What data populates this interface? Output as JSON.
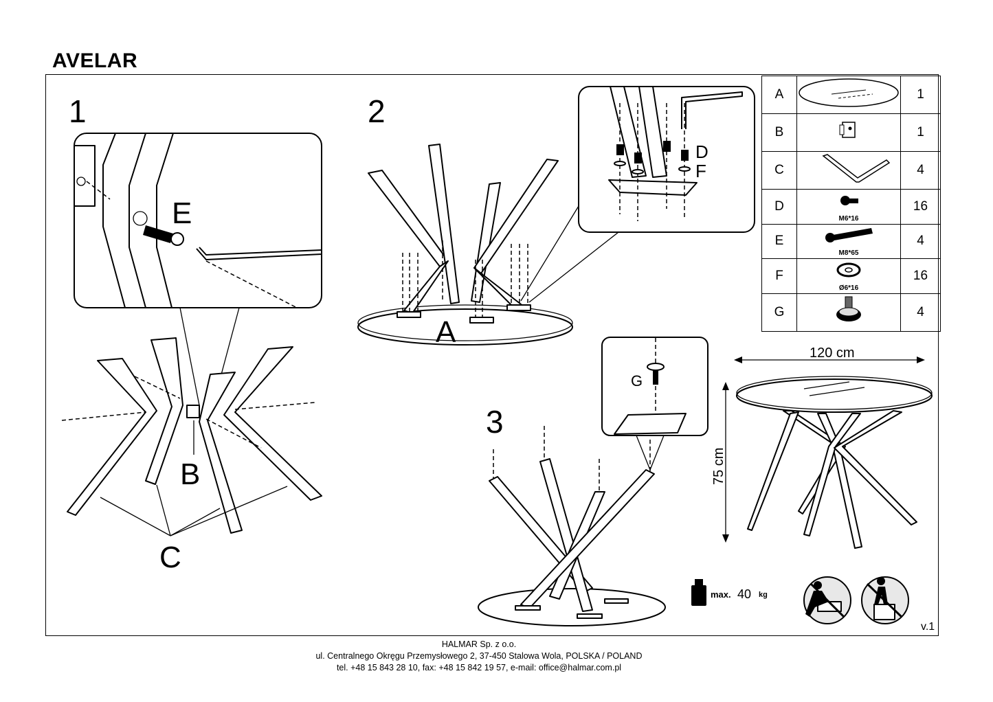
{
  "product_name": "AVELAR",
  "steps": {
    "step1": "1",
    "step2": "2",
    "step3": "3"
  },
  "labels": {
    "E": "E",
    "B": "B",
    "C": "C",
    "A": "A",
    "D": "D",
    "F": "F",
    "G": "G"
  },
  "parts": [
    {
      "letter": "A",
      "qty": "1",
      "spec": ""
    },
    {
      "letter": "B",
      "qty": "1",
      "spec": ""
    },
    {
      "letter": "C",
      "qty": "4",
      "spec": ""
    },
    {
      "letter": "D",
      "qty": "16",
      "spec": "M6*16"
    },
    {
      "letter": "E",
      "qty": "4",
      "spec": "M8*65"
    },
    {
      "letter": "F",
      "qty": "16",
      "spec": "Ø6*16"
    },
    {
      "letter": "G",
      "qty": "4",
      "spec": ""
    }
  ],
  "dimensions": {
    "width": "120 cm",
    "height": "75 cm"
  },
  "max_load": {
    "label": "max.",
    "value": "40",
    "unit": "kg"
  },
  "version": "v.1",
  "footer": {
    "company": "HALMAR Sp. z o.o.",
    "address": "ul. Centralnego Okręgu Przemysłowego 2, 37-450 Stalowa Wola, POLSKA / POLAND",
    "contact": "tel. +48 15 843 28 10, fax: +48 15 842 19 57, e-mail: office@halmar.com.pl"
  }
}
